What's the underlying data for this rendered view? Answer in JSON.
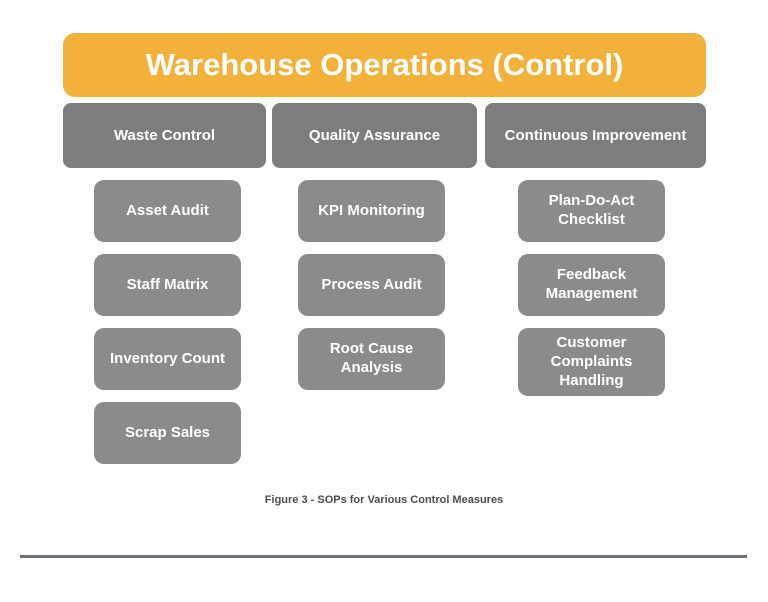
{
  "banner": {
    "title": "Warehouse Operations (Control)"
  },
  "columns": [
    {
      "header": "Waste Control",
      "items": [
        "Asset Audit",
        "Staff Matrix",
        "Inventory Count",
        "Scrap Sales"
      ]
    },
    {
      "header": "Quality Assurance",
      "items": [
        "KPI Monitoring",
        "Process Audit",
        "Root Cause Analysis"
      ]
    },
    {
      "header": "Continuous Improvement",
      "items": [
        "Plan-Do-Act Checklist",
        "Feedback Management",
        "Customer Complaints Handling"
      ]
    }
  ],
  "caption": "Figure 3 - SOPs for Various Control Measures",
  "colors": {
    "banner-bg": "#F2B13A",
    "header-box-bg": "#7D7D7D",
    "item-box-bg": "#8B8B8B",
    "box-text": "#FFFFFF",
    "caption-text": "#4D4D4D",
    "divider": "#6D7278",
    "page-bg": "#FFFFFF"
  }
}
